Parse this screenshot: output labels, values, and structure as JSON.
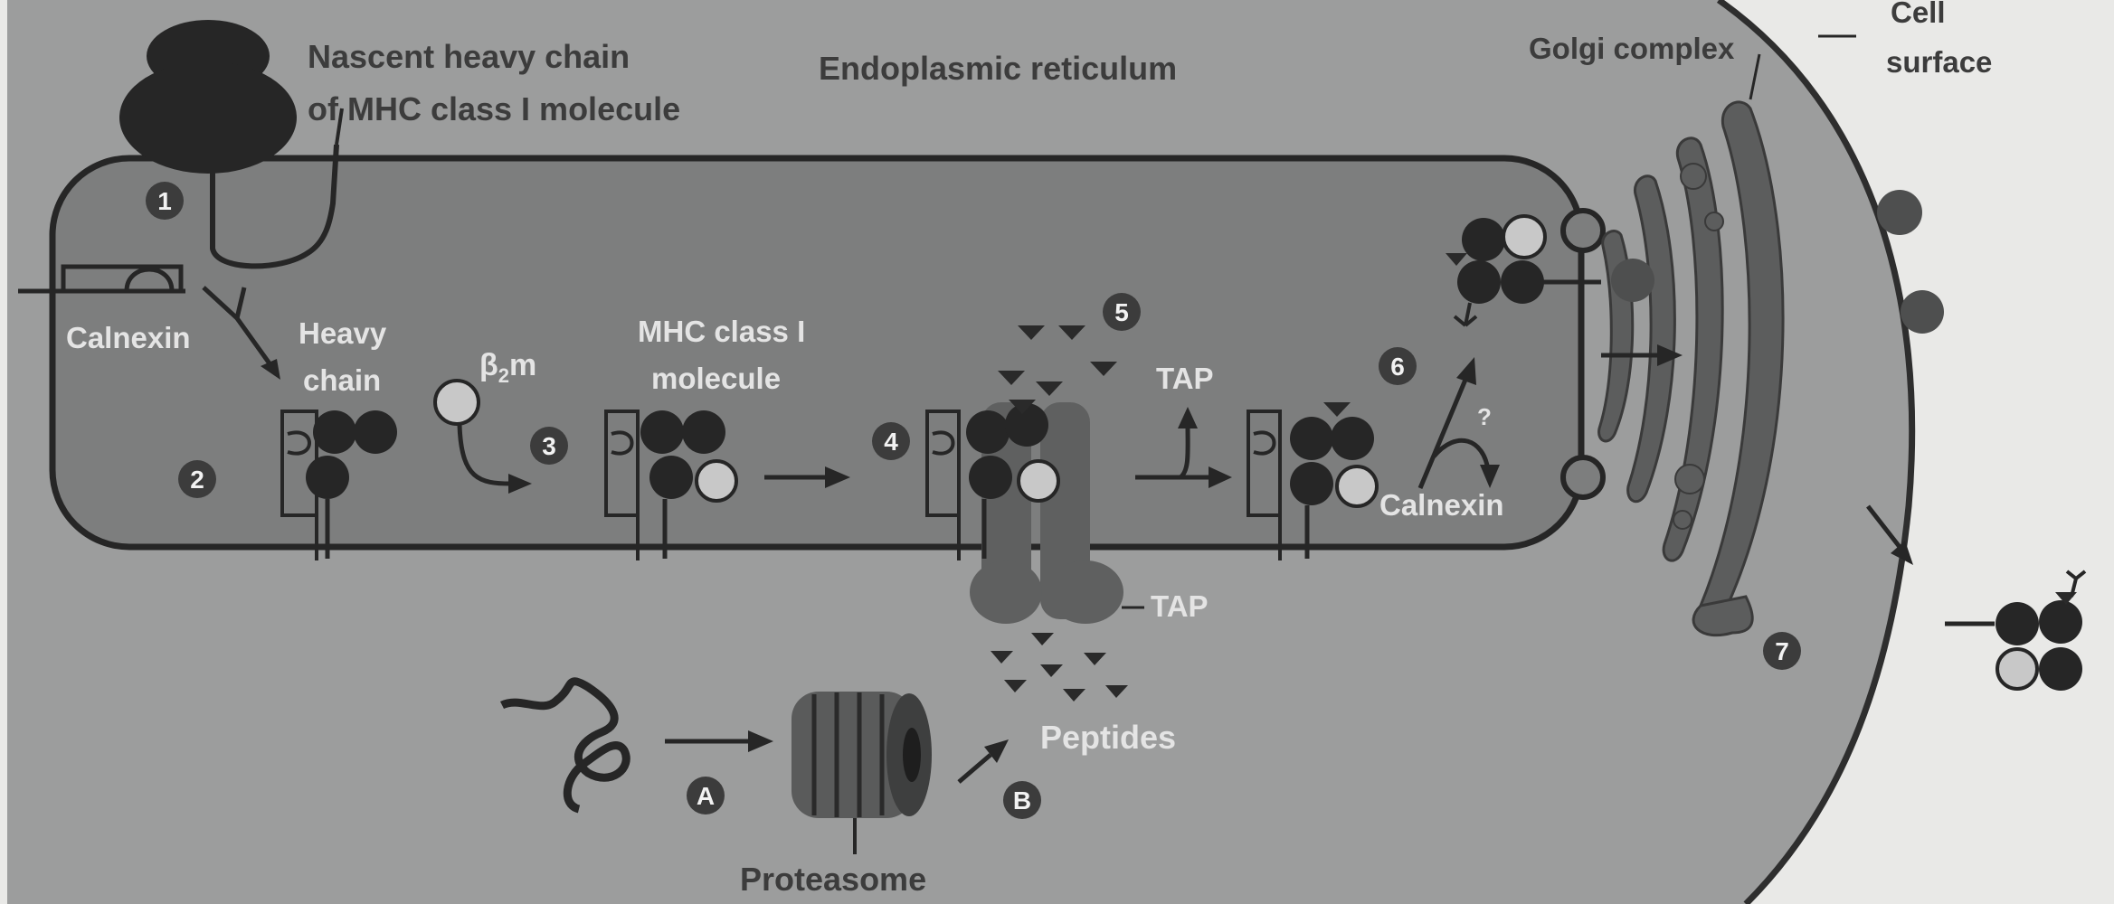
{
  "labels": {
    "nascent_line1": "Nascent heavy chain",
    "nascent_line2": "of MHC class I molecule",
    "er": "Endoplasmic reticulum",
    "golgi": "Golgi complex",
    "cell_line1": "Cell",
    "cell_line2": "surface",
    "calnexin_left": "Calnexin",
    "heavy_line1": "Heavy",
    "heavy_line2": "chain",
    "b2m_beta": "β",
    "b2m_sub": "2",
    "b2m_m": "m",
    "mhc_line1": "MHC class I",
    "mhc_line2": "molecule",
    "tap_top": "TAP",
    "tap_bottom": "TAP",
    "calnexin_right": "Calnexin",
    "question": "?",
    "peptides": "Peptides",
    "proteasome": "Proteasome"
  },
  "steps": [
    "1",
    "2",
    "3",
    "4",
    "5",
    "6",
    "7"
  ],
  "substeps": [
    "A",
    "B"
  ],
  "colors": {
    "background": "#e9e9e7",
    "cytoplasm": "#9c9d9d",
    "er_lumen": "#7d7e7e",
    "golgi": "#5c5d5d",
    "dark_subunit": "#262626",
    "light_subunit": "#c8c8c8"
  }
}
